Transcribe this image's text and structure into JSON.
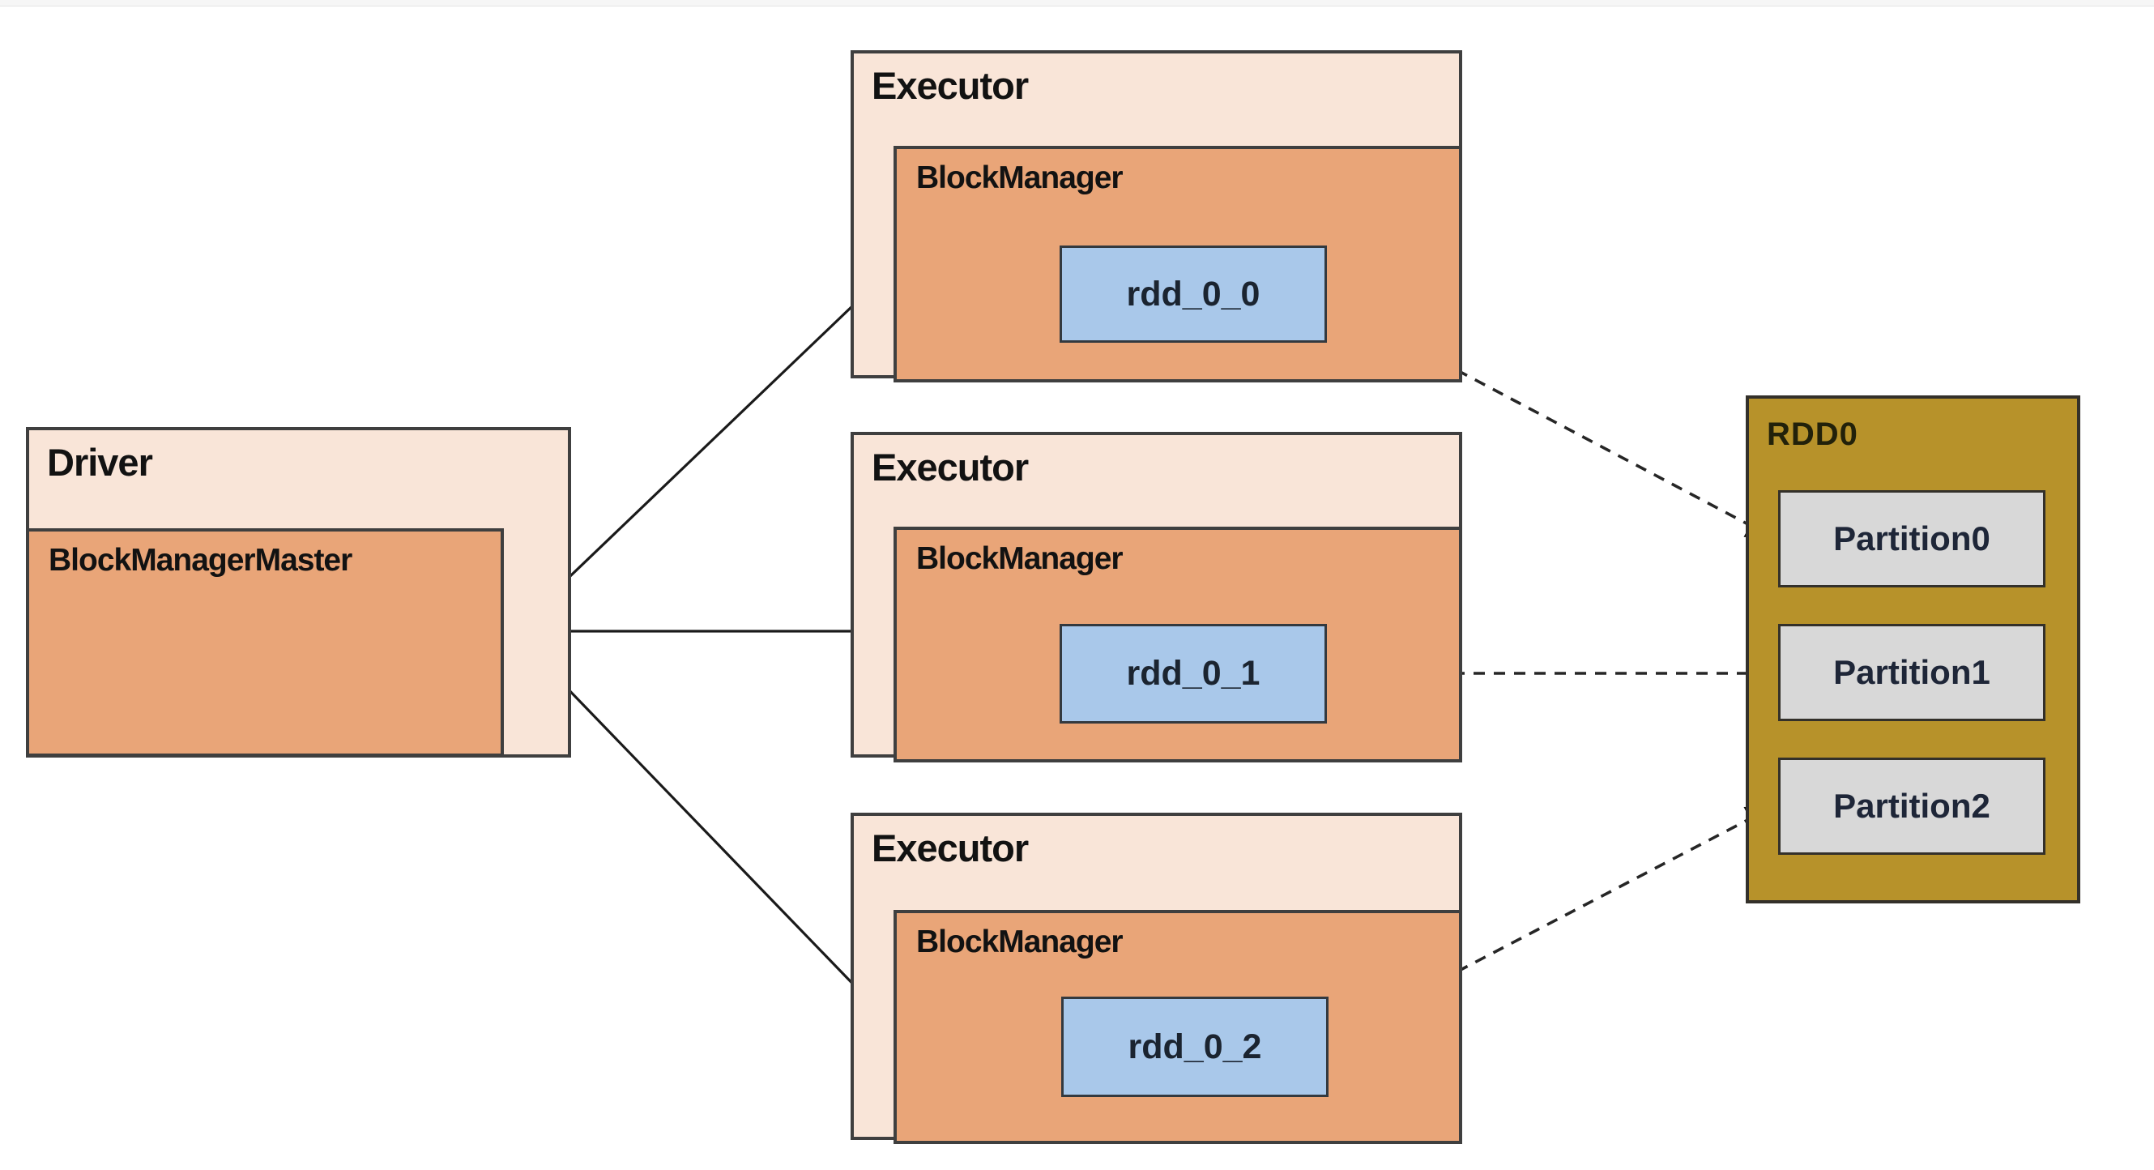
{
  "driver": {
    "title": "Driver",
    "manager": "BlockManagerMaster"
  },
  "executors": [
    {
      "title": "Executor",
      "manager": "BlockManager",
      "block": "rdd_0_0"
    },
    {
      "title": "Executor",
      "manager": "BlockManager",
      "block": "rdd_0_1"
    },
    {
      "title": "Executor",
      "manager": "BlockManager",
      "block": "rdd_0_2"
    }
  ],
  "rdd": {
    "title": "RDD0",
    "partitions": [
      {
        "label": "Partition0"
      },
      {
        "label": "Partition1"
      },
      {
        "label": "Partition2"
      }
    ]
  },
  "colors": {
    "executor_fill": "#f9e5d8",
    "block_manager_fill": "#e9a578",
    "rdd_block_fill": "#a9c8ea",
    "rdd0_fill": "#b7922a",
    "partition_fill": "#d8d8d8",
    "box_border": "#3f3f3f",
    "arrow": "#1a1a1a"
  }
}
